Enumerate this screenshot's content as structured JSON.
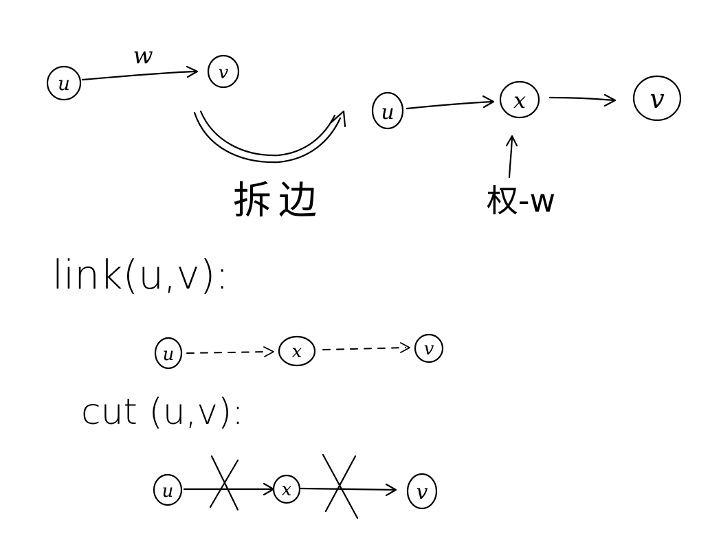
{
  "top_left": {
    "node_u": "u",
    "node_v": "v",
    "edge_weight": "w"
  },
  "transform_label": "拆边",
  "top_right": {
    "node_u": "u",
    "node_x": "x",
    "node_v": "v",
    "weight_label": "权-w"
  },
  "link": {
    "label": "link(u,v):",
    "node_u": "u",
    "node_x": "x",
    "node_v": "v"
  },
  "cut": {
    "label": "cut (u,v):",
    "node_u": "u",
    "node_x": "x",
    "node_v": "v"
  }
}
